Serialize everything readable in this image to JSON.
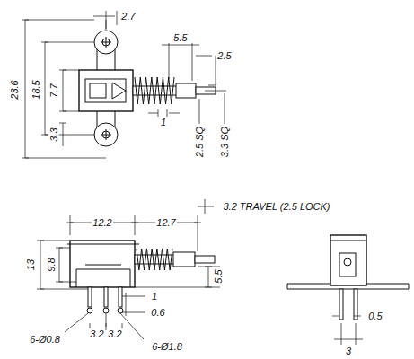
{
  "diagram": {
    "labels": [
      "2.7",
      "5.5",
      "2.5",
      "23.6",
      "18.5",
      "7.7",
      "3.3",
      "1",
      "2.5 SQ",
      "3.3 SQ",
      "3.2 TRAVEL (2.5 LOCK)",
      "12.2",
      "12.7",
      "13",
      "9.8",
      "5.5",
      "1",
      "0.6",
      "6-Ø0.8",
      "3.2",
      "3.2",
      "6-Ø1.8",
      "0.5",
      "3"
    ]
  }
}
